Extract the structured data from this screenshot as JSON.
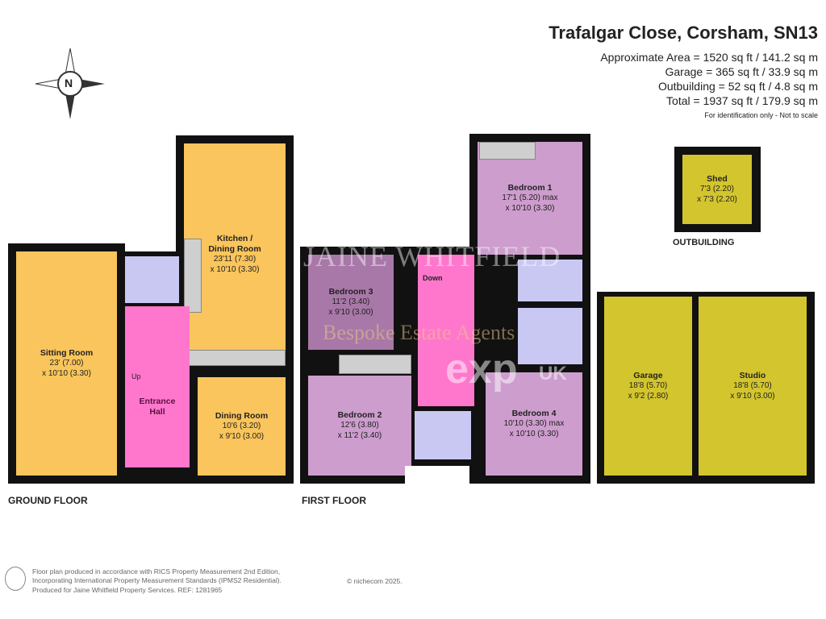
{
  "header": {
    "title": "Trafalgar Close, Corsham, SN13",
    "areas": [
      "Approximate Area = 1520 sq ft / 141.2 sq m",
      "Garage = 365 sq ft / 33.9 sq m",
      "Outbuilding = 52 sq ft / 4.8 sq m",
      "Total = 1937 sq ft / 179.9 sq m"
    ],
    "disclaimer": "For identification only - Not to scale"
  },
  "compass": {
    "label": "N"
  },
  "ground_floor": {
    "label": "GROUND FLOOR",
    "rooms": [
      {
        "name": "Sitting Room",
        "dim1": "23' (7.00)",
        "dim2": "x 10'10 (3.30)"
      },
      {
        "name": "Kitchen / Dining Room",
        "dim1": "23'11 (7.30)",
        "dim2": "x 10'10 (3.30)"
      },
      {
        "name": "Entrance Hall"
      },
      {
        "name": "Dining Room",
        "dim1": "10'6 (3.20)",
        "dim2": "x 9'10 (3.00)"
      }
    ],
    "stairs_label": "Up"
  },
  "first_floor": {
    "label": "FIRST FLOOR",
    "rooms": [
      {
        "name": "Bedroom 1",
        "dim1": "17'1 (5.20) max",
        "dim2": "x 10'10 (3.30)"
      },
      {
        "name": "Bedroom 3",
        "dim1": "11'2 (3.40)",
        "dim2": "x 9'10 (3.00)"
      },
      {
        "name": "Bedroom 2",
        "dim1": "12'6 (3.80)",
        "dim2": "x 11'2 (3.40)"
      },
      {
        "name": "Bedroom 4",
        "dim1": "10'10 (3.30) max",
        "dim2": "x 10'10 (3.30)"
      }
    ],
    "stairs_label": "Down"
  },
  "outbuilding": {
    "label": "OUTBUILDING",
    "shed": {
      "name": "Shed",
      "dim1": "7'3 (2.20)",
      "dim2": "x 7'3 (2.20)"
    }
  },
  "garage_block": {
    "rooms": [
      {
        "name": "Garage",
        "dim1": "18'8 (5.70)",
        "dim2": "x 9'2 (2.80)"
      },
      {
        "name": "Studio",
        "dim1": "18'8 (5.70)",
        "dim2": "x 9'10 (3.00)"
      }
    ]
  },
  "watermark": {
    "line1": "JAINE WHITFIELD",
    "line2": "Bespoke Estate Agents",
    "line3": "exp",
    "line4": "UK"
  },
  "footer": {
    "lines": [
      "Floor plan produced in accordance with RICS Property Measurement 2nd Edition,",
      "Incorporating International Property Measurement Standards (IPMS2 Residential).",
      "Produced for Jaine Whitfield Property Services.   REF: 1281965"
    ],
    "copyright": "© nichecom 2025."
  },
  "colors": {
    "living": "#f9c55c",
    "hall": "#ff77cc",
    "bathroom": "#c9c8f2",
    "bedroom": "#cd9dcd",
    "garage": "#d3c52d",
    "wall": "#111111"
  }
}
